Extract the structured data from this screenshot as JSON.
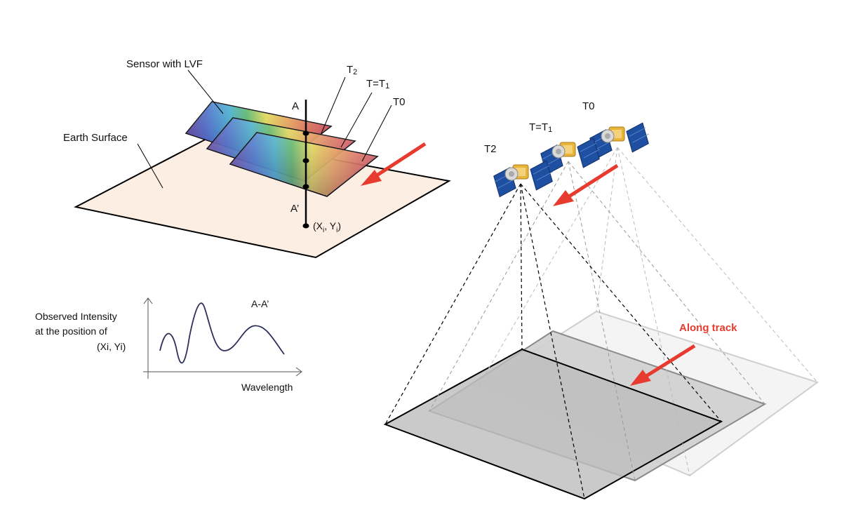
{
  "labels": {
    "sensor_with_lvf": "Sensor with LVF",
    "earth_surface": "Earth Surface",
    "point_a": "A",
    "point_a_prime": "A’",
    "coord_open": "(X",
    "coord_sub_i": "i",
    "coord_comma": ", Y",
    "coord_close": ")",
    "left_t2": "T",
    "left_t2_sub": "2",
    "left_t1": "T=T",
    "left_t1_sub": "1",
    "left_t0": "T0",
    "right_t0": "T0",
    "right_t1": "T=T",
    "right_t1_sub": "1",
    "right_t2": "T2",
    "along_track": "Along track"
  },
  "graph": {
    "ylabel_line1": "Observed Intensity",
    "ylabel_line2": "at the position of",
    "ylabel_line3": "(Xi, Yi)",
    "xlabel": "Wavelength",
    "curve_label": "A-A’"
  },
  "colors": {
    "arrow_red": "#e63b2e",
    "earth_fill": "#fdeee4",
    "footprint_dark": "#bdbdbd",
    "footprint_mid": "#cfcfcf",
    "footprint_light": "#f2f2f2",
    "satellite_body": "#e8b43a",
    "solar_panel": "#1f4fa0"
  }
}
